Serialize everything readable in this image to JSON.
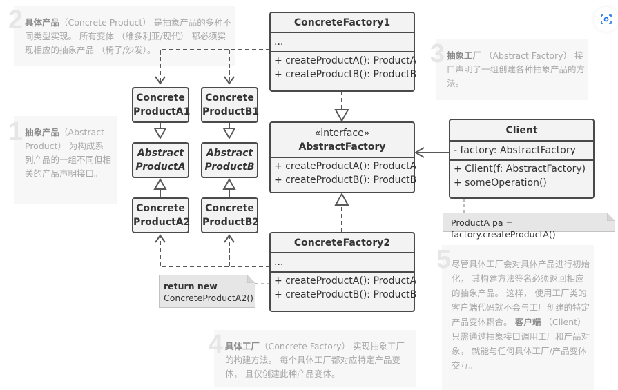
{
  "notes": [
    {
      "num": "2",
      "bold": "具体产品",
      "text": "（Concrete Product） 是抽象产品的多种不同类型实现。 所有变体 （维多利亚/现代） 都必须实现相应的抽象产品 （椅子/沙发）。"
    },
    {
      "num": "1",
      "bold": "抽象产品",
      "text": "（Abstract Product） 为构成系列产品的一组不同但相关的产品声明接口。"
    },
    {
      "num": "3",
      "bold": "抽象工厂",
      "text": " （Abstract Factory） 接口声明了一组创建各种抽象产品的方法。"
    },
    {
      "num": "4",
      "bold": "具体工厂",
      "text": "（Concrete Factory） 实现抽象工厂的构建方法。 每个具体工厂都对应特定产品变体， 且仅创建此种产品变体。"
    },
    {
      "num": "5",
      "text_before": "尽管具体工厂会对具体产品进行初始化， 其构建方法签名必须返回相应的抽象产品。 这样， 使用工厂类的客户端代码就不会与工厂创建的特定产品变体耦合。",
      "bold": " 客户端",
      "text": " （Client） 只需通过抽象接口调用工厂和产品对象， 就能与任何具体工厂/产品变体交互。"
    }
  ],
  "classes": {
    "concrete_factory1": {
      "name": "ConcreteFactory1",
      "fields": "...",
      "methods": [
        "+ createProductA(): ProductA",
        "+ createProductB(): ProductB"
      ]
    },
    "abstract_factory": {
      "stereotype": "«interface»",
      "name": "AbstractFactory",
      "methods": [
        "+ createProductA(): ProductA",
        "+ createProductB(): ProductB"
      ]
    },
    "concrete_factory2": {
      "name": "ConcreteFactory2",
      "fields": "...",
      "methods": [
        "+ createProductA(): ProductA",
        "+ createProductB(): ProductB"
      ]
    },
    "client": {
      "name": "Client",
      "fields": "- factory: AbstractFactory",
      "methods": [
        "+ Client(f: AbstractFactory)",
        "+ someOperation()"
      ]
    }
  },
  "products": {
    "a1": [
      "Concrete",
      "ProductA1"
    ],
    "b1": [
      "Concrete",
      "ProductB1"
    ],
    "abs_a": [
      "Abstract",
      "ProductA"
    ],
    "abs_b": [
      "Abstract",
      "ProductB"
    ],
    "a2": [
      "Concrete",
      "ProductA2"
    ],
    "b2": [
      "Concrete",
      "ProductB2"
    ]
  },
  "code_notes": {
    "client_note": "ProductA pa = factory.createProductA()",
    "factory2_note_bold": "return new",
    "factory2_note": "ConcreteProductA2()"
  },
  "colors": {
    "line": "#595959",
    "box_border": "#4a4a4a",
    "box_fill": "#f3f3f3",
    "note_panel": "#f7f7f7",
    "accent_icon": "#1a73e8"
  },
  "toolbar": {
    "icon": "screenshot-scan-icon"
  }
}
